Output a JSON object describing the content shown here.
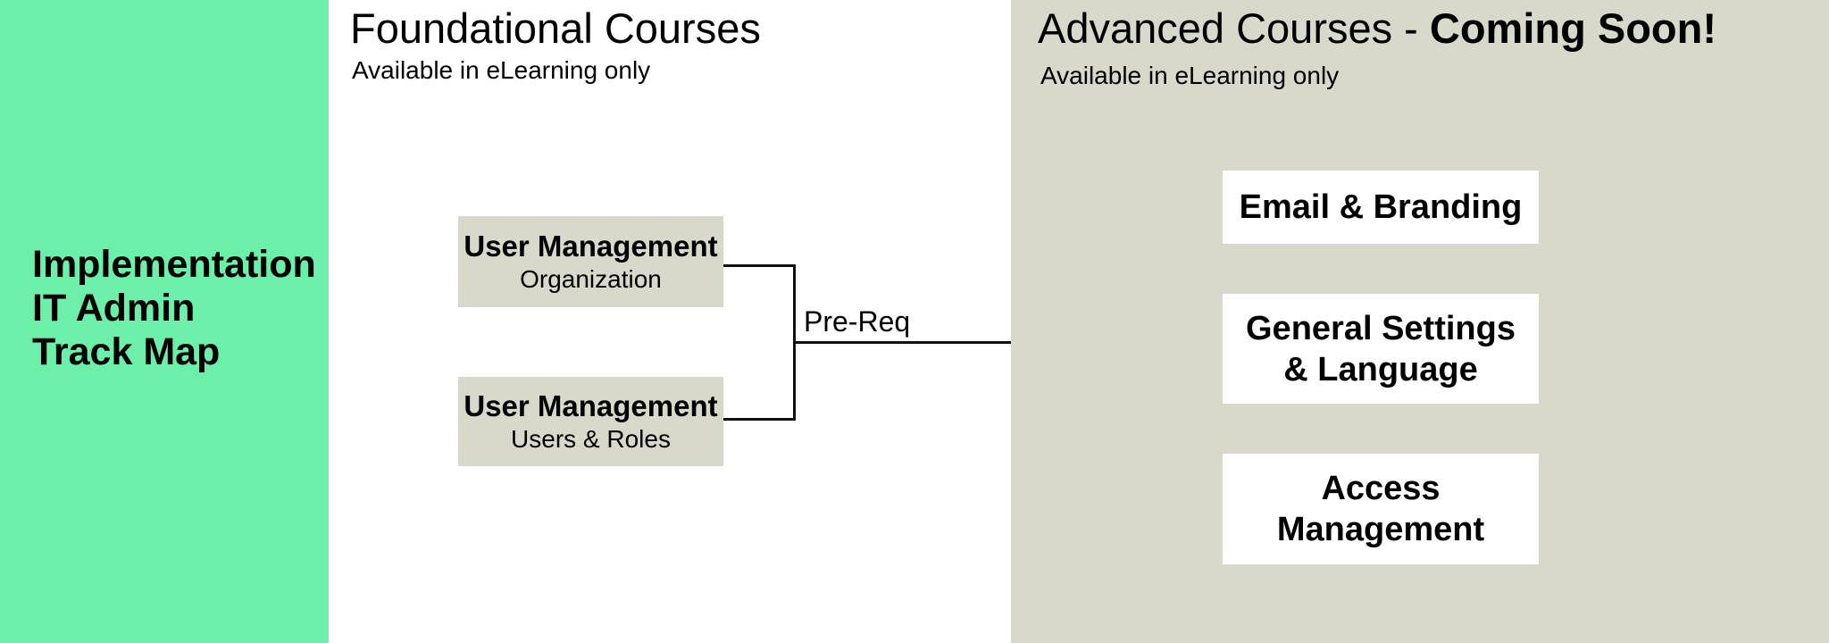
{
  "colors": {
    "sidebar_bg": "#6CEFA8",
    "panel_bg": "#D8D8CB",
    "box_beige_bg": "#D8D8CB",
    "box_white_bg": "#FFFFFF",
    "line_color": "#111111",
    "text_color": "#000000"
  },
  "sidebar": {
    "title_line1": "Implementation",
    "title_line2": "IT Admin",
    "title_line3": "Track Map"
  },
  "foundational": {
    "title": "Foundational Courses",
    "subtitle": "Available in eLearning only",
    "courses": [
      {
        "title": "User Management",
        "subtitle": "Organization"
      },
      {
        "title": "User Management",
        "subtitle": "Users & Roles"
      }
    ]
  },
  "prereq": {
    "label": "Pre-Req"
  },
  "advanced": {
    "title_prefix": "Advanced Courses - ",
    "title_emphasis": "Coming Soon!",
    "subtitle": "Available in eLearning only",
    "courses": [
      {
        "line1": "Email & Branding",
        "line2": ""
      },
      {
        "line1": "General Settings",
        "line2": "& Language"
      },
      {
        "line1": "Access",
        "line2": "Management"
      }
    ]
  }
}
